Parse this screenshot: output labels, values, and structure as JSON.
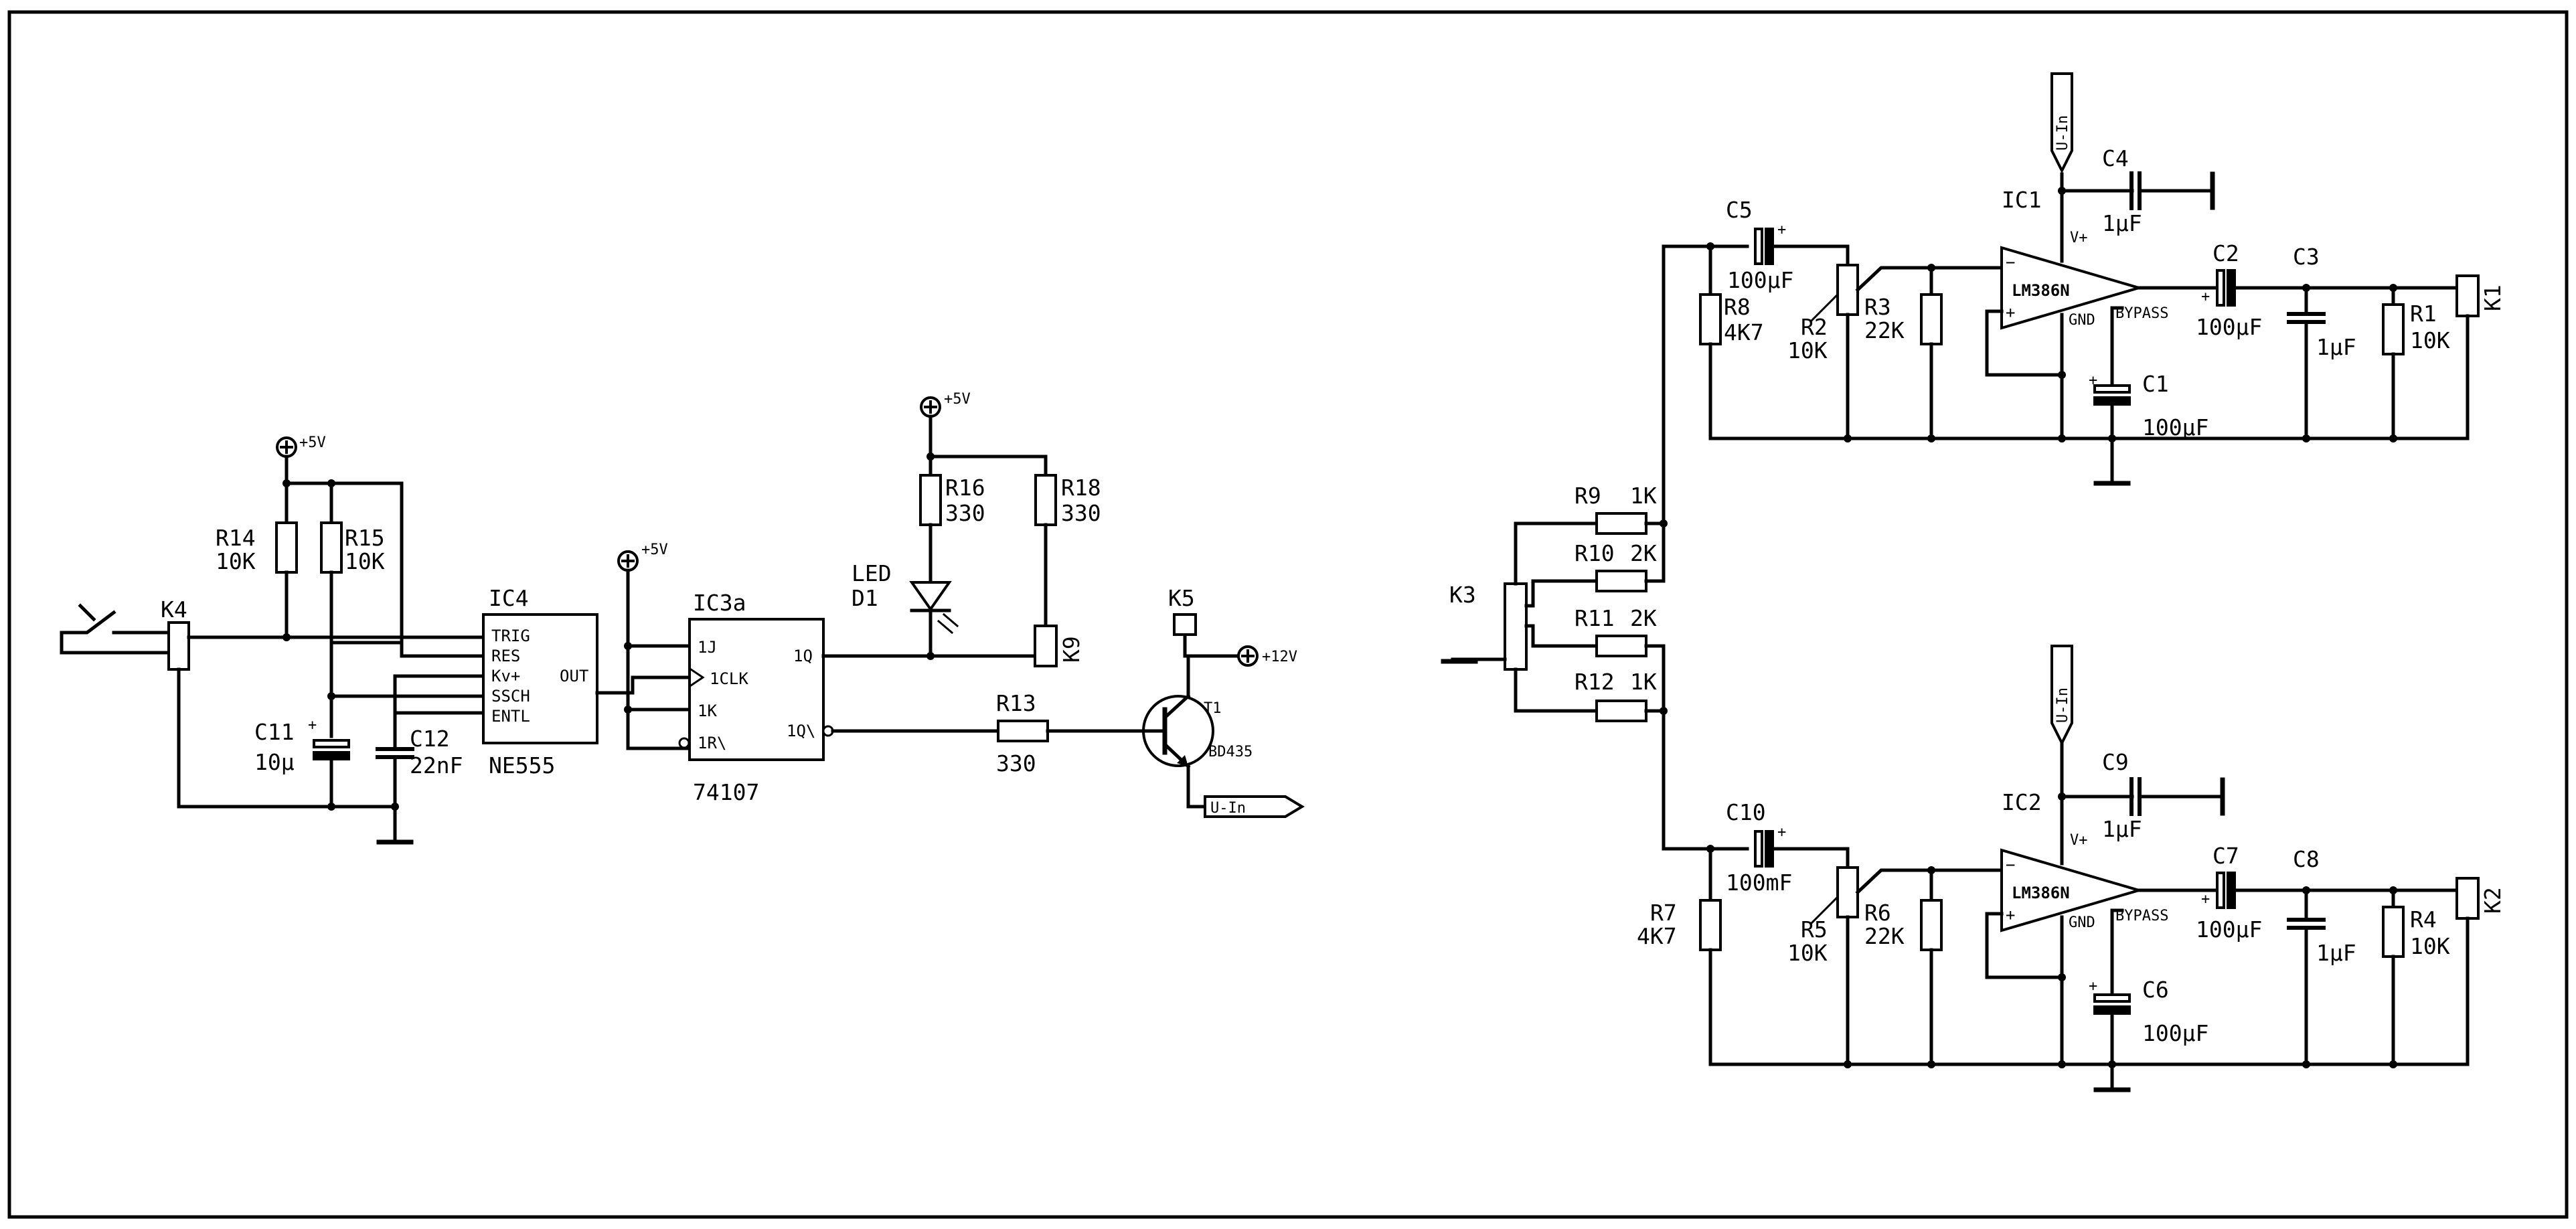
{
  "labels": {
    "plus5v": "+5V",
    "plus12v": "+12V",
    "uin": "U-In"
  },
  "parts": {
    "K4": "K4",
    "K5": "K5",
    "K9": "K9",
    "K3": "K3",
    "K1": "K1",
    "K2": "K2",
    "R14": "R14",
    "R14v": "10K",
    "R15": "R15",
    "R15v": "10K",
    "C11": "C11",
    "C11v": "10µ",
    "C12": "C12",
    "C12v": "22nF",
    "IC4": "IC4",
    "IC4type": "NE555",
    "IC3a": "IC3a",
    "IC3type": "74107",
    "LED": "LED",
    "D1": "D1",
    "R16": "R16",
    "R16v": "330",
    "R18": "R18",
    "R18v": "330",
    "R13": "R13",
    "R13v": "330",
    "T1": "T1",
    "T1type": "BD435",
    "R9": "R9",
    "R9v": "1K",
    "R10": "R10",
    "R10v": "2K",
    "R11": "R11",
    "R11v": "2K",
    "R12": "R12",
    "R12v": "1K",
    "IC1": "IC1",
    "IC2": "IC2",
    "lm386": "LM386N",
    "C4": "C4",
    "C4v": "1µF",
    "C5": "C5",
    "C5v": "100µF",
    "R8": "R8",
    "R8v": "4K7",
    "R2": "R2",
    "R2v": "10K",
    "R3": "R3",
    "R3v": "22K",
    "C2": "C2",
    "C2v": "100µF",
    "C3": "C3",
    "C3v": "1µF",
    "R1": "R1",
    "R1v": "10K",
    "C1": "C1",
    "C1v": "100µF",
    "C9": "C9",
    "C9v": "1µF",
    "C10": "C10",
    "C10v": "100mF",
    "R7": "R7",
    "R7v": "4K7",
    "R5": "R5",
    "R5v": "10K",
    "R6": "R6",
    "R6v": "22K",
    "C7": "C7",
    "C7v": "100µF",
    "C8": "C8",
    "C8v": "1µF",
    "R4": "R4",
    "R4v": "10K",
    "C6": "C6",
    "C6v": "100µF"
  },
  "pins": {
    "trig": "TRIG",
    "res": "RES",
    "kv": "Kv+",
    "ssch": "SSCH",
    "entl": "ENTL",
    "out": "OUT",
    "j1": "1J",
    "clk1": "1CLK",
    "k1": "1K",
    "r1": "1R\\",
    "q1": "1Q",
    "qn1": "1Q\\",
    "vplus": "V+",
    "gnd": "GND",
    "bypass": "BYPASS",
    "minus": "−",
    "plus": "+"
  }
}
